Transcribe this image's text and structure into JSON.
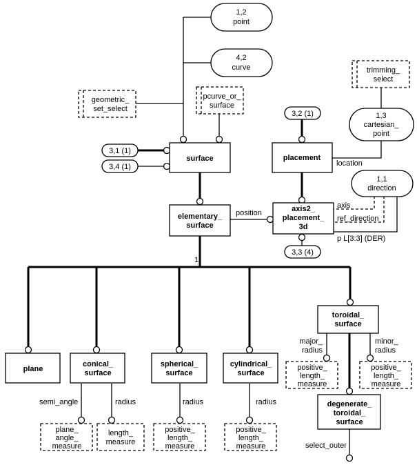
{
  "entities": {
    "surface": "surface",
    "placement": "placement",
    "elementary_surface": [
      "elementary_",
      "surface"
    ],
    "axis2_placement_3d": [
      "axis2_",
      "placement_",
      "3d"
    ],
    "plane": "plane",
    "conical_surface": [
      "conical_",
      "surface"
    ],
    "spherical_surface": [
      "spherical_",
      "surface"
    ],
    "cylindrical_surface": [
      "cylindrical_",
      "surface"
    ],
    "toroidal_surface": [
      "toroidal_",
      "surface"
    ],
    "degenerate_toroidal_surface": [
      "degenerate_",
      "toroidal_",
      "surface"
    ]
  },
  "page_refs": {
    "point": [
      "1,2",
      "point"
    ],
    "curve": [
      "4,2",
      "curve"
    ],
    "cartesian_point": [
      "1,3",
      "cartesian_",
      "point"
    ],
    "direction": [
      "1,1",
      "direction"
    ],
    "ref_31": "3,1 (1)",
    "ref_34": "3,4 (1)",
    "ref_32": "3,2 (1)",
    "ref_33": "3,3 (4)"
  },
  "types": {
    "geometric_set_select": [
      "geometric_",
      "set_select"
    ],
    "pcurve_or_surface": [
      "pcurve_or_",
      "surface"
    ],
    "trimming_select": [
      "trimming_",
      "select"
    ],
    "plane_angle_measure": [
      "plane_",
      "angle_",
      "measure"
    ],
    "length_measure": [
      "length_",
      "measure"
    ],
    "positive_length_measure": [
      "positive_",
      "length_",
      "measure"
    ]
  },
  "labels": {
    "location": "location",
    "position": "position",
    "axis": "axis",
    "ref_direction": "ref_direction",
    "p": "p L[3:3] (DER)",
    "one": "1",
    "semi_angle": "semi_angle",
    "radius": "radius",
    "major_radius": [
      "major_",
      "radius"
    ],
    "minor_radius": [
      "minor_",
      "radius"
    ],
    "select_outer": "select_outer"
  }
}
